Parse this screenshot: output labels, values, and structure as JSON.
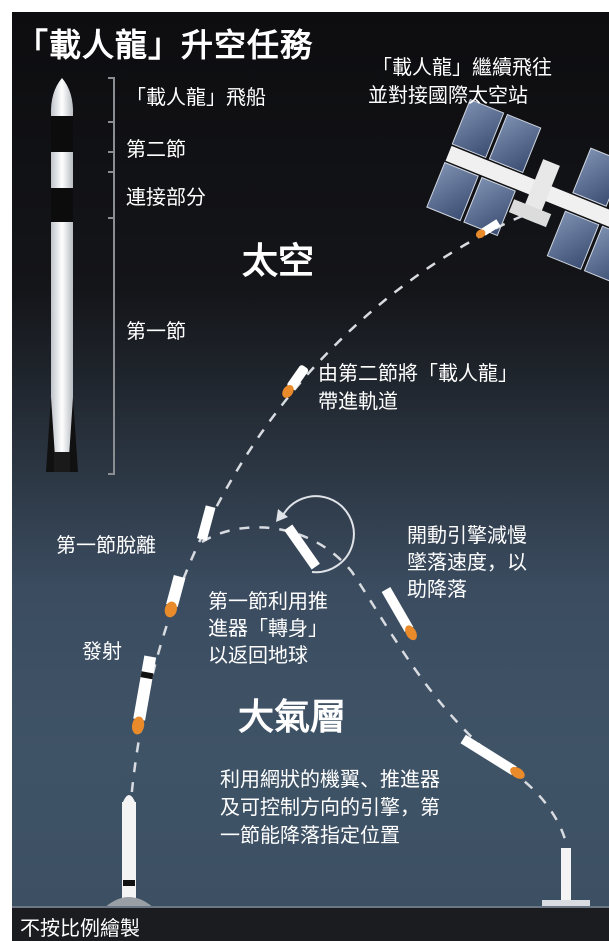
{
  "title": "「載人龍」升空任務",
  "rocket_labels": {
    "dragon": "「載人龍」飛船",
    "second_stage": "第二節",
    "interstage": "連接部分",
    "first_stage": "第一節"
  },
  "iss_label": [
    "「載人龍」繼續飛往",
    "並對接國際太空站"
  ],
  "space_label": "太空",
  "atmosphere_label": "大氣層",
  "orbit_label": [
    "由第二節將「載人龍」",
    "帶進軌道"
  ],
  "separation_label": "第一節脫離",
  "launch_label": "發射",
  "flip_label": [
    "第一節利用推",
    "進器「轉身」",
    "以返回地球"
  ],
  "burn_label": [
    "開動引擎減慢",
    "墜落速度，以",
    "助降落"
  ],
  "landing_label": [
    "利用網狀的機翼、推進器",
    "及可控制方向的引擎，第",
    "一節能降落指定位置"
  ],
  "footer": "不按比例繪製"
}
